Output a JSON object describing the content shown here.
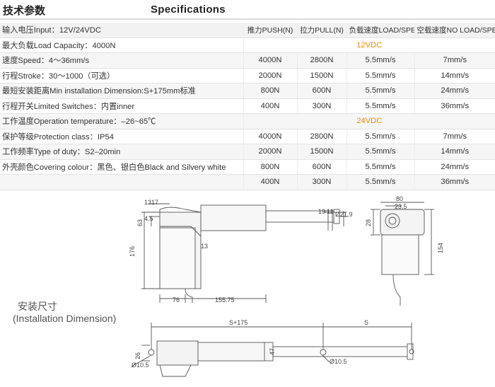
{
  "header": {
    "title_cn": "技术参数",
    "title_en": "Specifications"
  },
  "table": {
    "columns": [
      "推力PUSH(N)",
      "拉力PULL(N)",
      "负载速度LOAD/SPEED",
      "空载速度NO LOAD/SPEED"
    ],
    "header_label": "输入电压Input：12V/24VDC",
    "groups": [
      {
        "voltage": "12VDC",
        "rows": [
          {
            "spec": "最大负载Load Capacity：4000N",
            "push": "",
            "pull": "",
            "load": "",
            "noload": "",
            "voltage_row": true
          },
          {
            "spec": "速度Speed：4～36mm/s",
            "push": "4000N",
            "pull": "2800N",
            "load": "5.5mm/s",
            "noload": "7mm/s"
          },
          {
            "spec": "行程Stroke：30～1000（可选）",
            "push": "2000N",
            "pull": "1500N",
            "load": "5.5mm/s",
            "noload": "14mm/s"
          },
          {
            "spec": "最短安装距离Min installation Dimension:S+175mm标准",
            "push": "800N",
            "pull": "600N",
            "load": "5.5mm/s",
            "noload": "24mm/s"
          },
          {
            "spec": "行程开关Limited Switches：内置inner",
            "push": "400N",
            "pull": "300N",
            "load": "5.5mm/s",
            "noload": "36mm/s"
          }
        ]
      },
      {
        "voltage": "24VDC",
        "rows": [
          {
            "spec": "工作温度Operation temperature：–26~65℃",
            "push": "",
            "pull": "",
            "load": "",
            "noload": "",
            "voltage_row": true
          },
          {
            "spec": "保护等级Protection class：IP54",
            "push": "4000N",
            "pull": "2800N",
            "load": "5.5mm/s",
            "noload": "7mm/s"
          },
          {
            "spec": "工作频率Type of duty：S2–20min",
            "push": "2000N",
            "pull": "1500N",
            "load": "5.5mm/s",
            "noload": "14mm/s"
          },
          {
            "spec": "外壳颜色Covering colour：黑色、银白色Black and Silvery white",
            "push": "800N",
            "pull": "600N",
            "load": "5.5mm/s",
            "noload": "24mm/s"
          },
          {
            "spec": "",
            "push": "400N",
            "pull": "300N",
            "load": "5.5mm/s",
            "noload": "36mm/s"
          }
        ]
      }
    ]
  },
  "installation": {
    "label_cn": "安装尺寸",
    "label_en": "(Installation Dimension)"
  },
  "dims": {
    "d1317": "1317",
    "d63": "63",
    "d45": "4.5",
    "d176": "176",
    "d13": "13",
    "d76": "76",
    "d15575": "155.75",
    "d19": "19",
    "d11": "11",
    "d219": "Ø21.9",
    "d80": "80",
    "d235": "23.5",
    "d28": "28",
    "d154": "154",
    "ds175": "S+175",
    "ds": "S",
    "d26": "26",
    "d47": "47",
    "d105a": "Ø10.5",
    "d105b": "Ø10.5"
  }
}
